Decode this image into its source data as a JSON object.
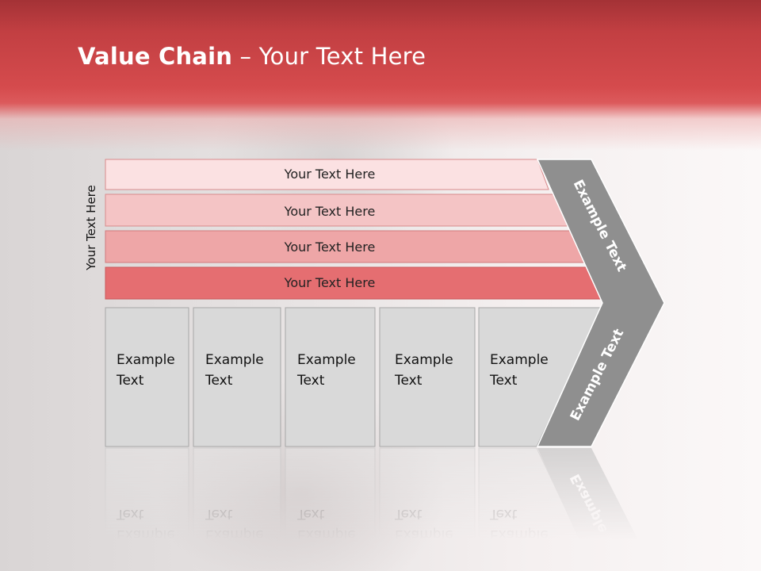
{
  "title": {
    "bold": "Value Chain",
    "rest": " – Your Text Here"
  },
  "side_label": "Your Text Here",
  "support_bars": [
    {
      "label": "Your Text Here",
      "color": "#fbe1e2"
    },
    {
      "label": "Your Text Here",
      "color": "#f4c4c5"
    },
    {
      "label": "Your Text Here",
      "color": "#eea6a7"
    },
    {
      "label": "Your Text Here",
      "color": "#e56e71"
    }
  ],
  "primary_boxes": [
    {
      "line1": "Example",
      "line2": "Text"
    },
    {
      "line1": "Example",
      "line2": "Text"
    },
    {
      "line1": "Example",
      "line2": "Text"
    },
    {
      "line1": "Example",
      "line2": "Text"
    },
    {
      "line1": "Example",
      "line2": "Text"
    }
  ],
  "arrow": {
    "upper_label": "Example Text",
    "lower_label": "Example Text",
    "color": "#8f8f8f"
  },
  "colors": {
    "header": "#d54b4d",
    "box_fill": "#d9d9d9",
    "box_border": "#a6a6a6"
  }
}
